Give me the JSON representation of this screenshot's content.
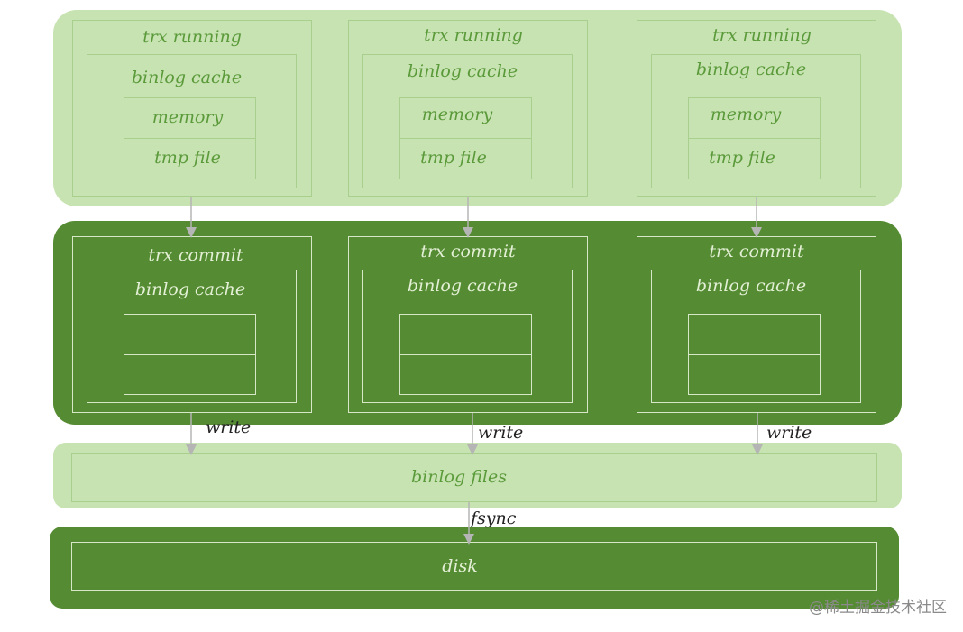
{
  "running_panels": [
    {
      "title": "trx running",
      "cache_label": "binlog cache",
      "memory_label": "memory",
      "tmp_label": "tmp file"
    },
    {
      "title": "trx running",
      "cache_label": "binlog cache",
      "memory_label": "memory",
      "tmp_label": "tmp file"
    },
    {
      "title": "trx running",
      "cache_label": "binlog cache",
      "memory_label": "memory",
      "tmp_label": "tmp file"
    }
  ],
  "commit_panels": [
    {
      "title": "trx commit",
      "cache_label": "binlog cache",
      "write_label": "write"
    },
    {
      "title": "trx commit",
      "cache_label": "binlog cache",
      "write_label": "write"
    },
    {
      "title": "trx commit",
      "cache_label": "binlog cache",
      "write_label": "write"
    }
  ],
  "binlog_files_label": "binlog files",
  "fsync_label": "fsync",
  "disk_label": "disk",
  "watermark": "@稀土掘金技术社区",
  "colors": {
    "light_band": "#c7e3b2",
    "dark_band": "#558b32",
    "light_text": "#5b9a3a",
    "dark_text": "#e3f0d6",
    "arrow": "#b5b5b5"
  }
}
